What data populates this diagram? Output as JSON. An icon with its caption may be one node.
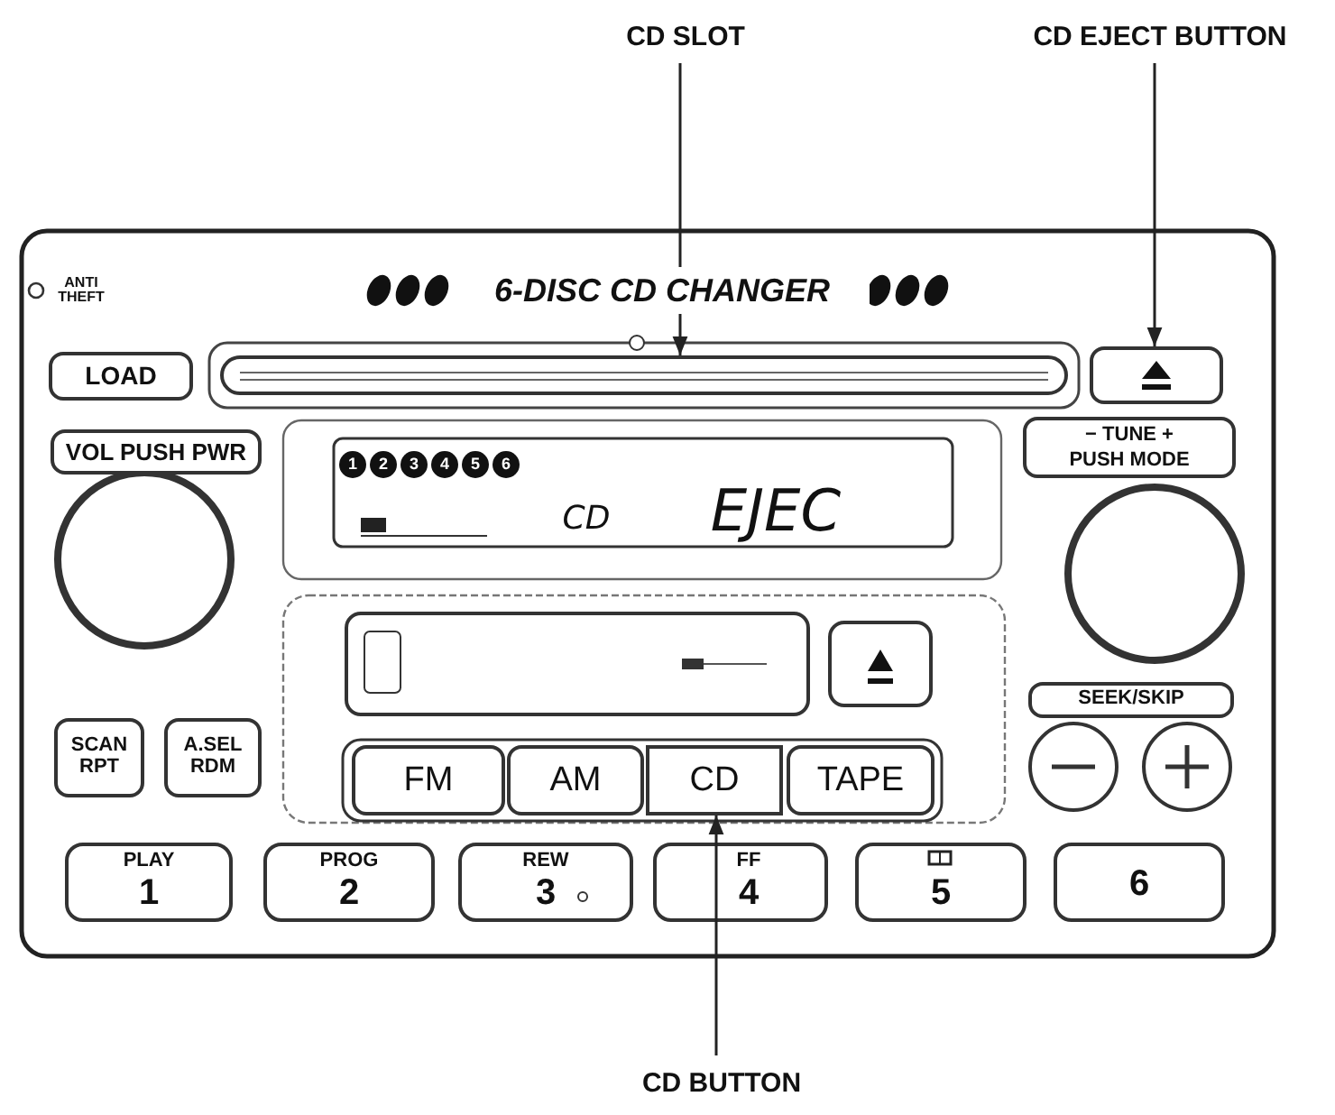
{
  "diagram": {
    "nodes": [
      {
        "text": [
          "CD SLOT"
        ]
      },
      {
        "text": [
          "CD EJECT BUTTON"
        ]
      },
      {
        "text": [],
        "shape": "box"
      },
      {
        "text": [],
        "shape": "box"
      },
      {
        "text": [
          "CD"
        ]
      },
      {
        "text": [
          "CD BUTTON"
        ]
      },
      {
        "text": [
          "FM"
        ]
      },
      {
        "text": [
          "AM"
        ]
      },
      {
        "text": [
          "TAPE"
        ]
      },
      {
        "text": [],
        "shape": "circle"
      },
      {
        "text": [],
        "shape": "circle"
      }
    ],
    "edges": [
      {
        "from": 0,
        "to": 2,
        "arrow": "to"
      },
      {
        "from": 1,
        "to": 3,
        "arrow": "to"
      },
      {
        "from": 5,
        "to": 4,
        "arrow": "to"
      }
    ],
    "labels": [
      "ANTI THEFT",
      "6-DISC CD CHANGER",
      "LOAD",
      "VOL PUSH PWR",
      "1",
      "2",
      "3",
      "4",
      "5",
      "6",
      "CD",
      "EJEC",
      "− TUNE +",
      "PUSH MODE",
      "SCAN RPT",
      "A.SEL RDM",
      "SEEK/SKIP",
      "PLAY",
      "1",
      "PROG",
      "2",
      "REW",
      "3",
      "FF",
      "4",
      "5",
      "6"
    ]
  }
}
